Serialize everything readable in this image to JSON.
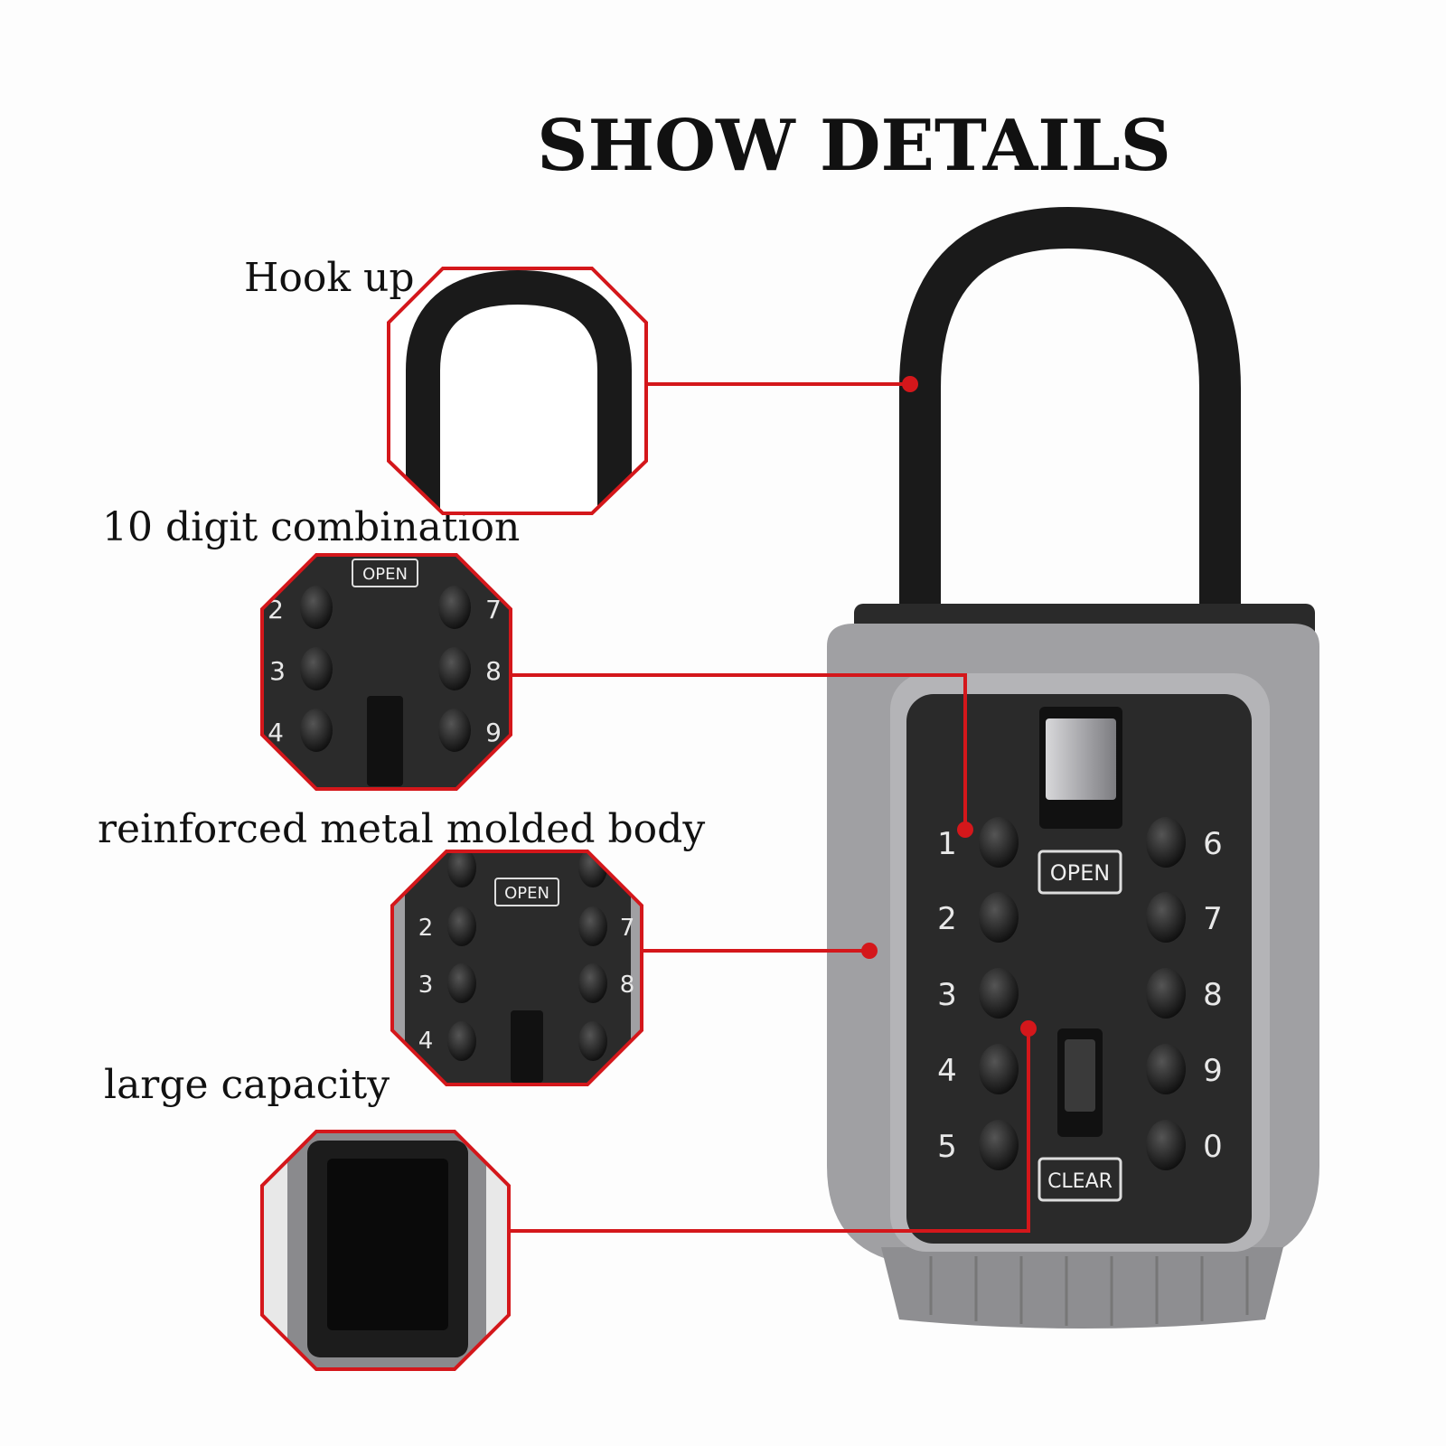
{
  "title": "SHOW DETAILS",
  "callouts": [
    {
      "label": "Hook up"
    },
    {
      "label": "10 digit combination"
    },
    {
      "label": "reinforced metal molded body"
    },
    {
      "label": "large capacity"
    }
  ],
  "lock": {
    "left_digits": [
      "1",
      "2",
      "3",
      "4",
      "5"
    ],
    "right_digits": [
      "6",
      "7",
      "8",
      "9",
      "0"
    ],
    "open_label": "OPEN",
    "clear_label": "CLEAR"
  },
  "detail_keypad": {
    "open_label": "OPEN",
    "left_digits": [
      "2",
      "3",
      "4"
    ],
    "right_digits": [
      "7",
      "8",
      "9"
    ]
  },
  "detail_body": {
    "open_label": "OPEN",
    "left_digits": [
      "2",
      "3",
      "4"
    ],
    "right_digits": [
      "7",
      "8"
    ]
  },
  "colors": {
    "accent_red": "#d4171b",
    "lock_gray": "#9a9a9c",
    "panel_dark": "#2a2a2a"
  }
}
